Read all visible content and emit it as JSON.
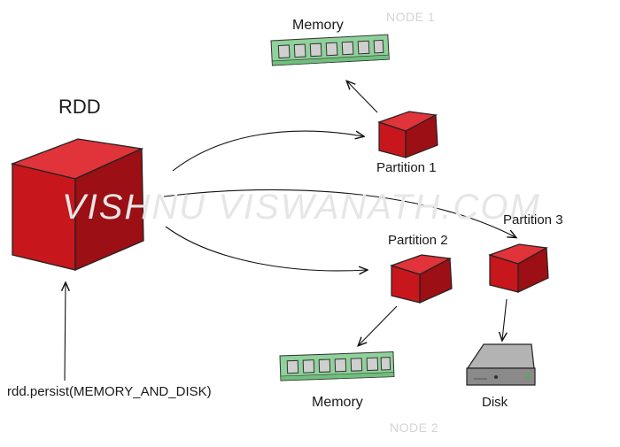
{
  "rdd": {
    "label": "RDD"
  },
  "persist_call": "rdd.persist(MEMORY_AND_DISK)",
  "partitions": [
    {
      "label": "Partition 1",
      "storage": "Memory",
      "node": "NODE 1"
    },
    {
      "label": "Partition 2",
      "storage": "Memory",
      "node": "NODE 2"
    },
    {
      "label": "Partition 3",
      "storage": "Disk",
      "node": "NODE 2"
    }
  ],
  "watermark": "VISHNU VISWANATH.COM",
  "colors": {
    "cube_front": "#c8161d",
    "cube_top": "#e0333a",
    "cube_side": "#9c0f14",
    "ram_board": "#8fd19a",
    "ram_chip": "#cfcfcf",
    "disk_body": "#9a9a9a"
  }
}
